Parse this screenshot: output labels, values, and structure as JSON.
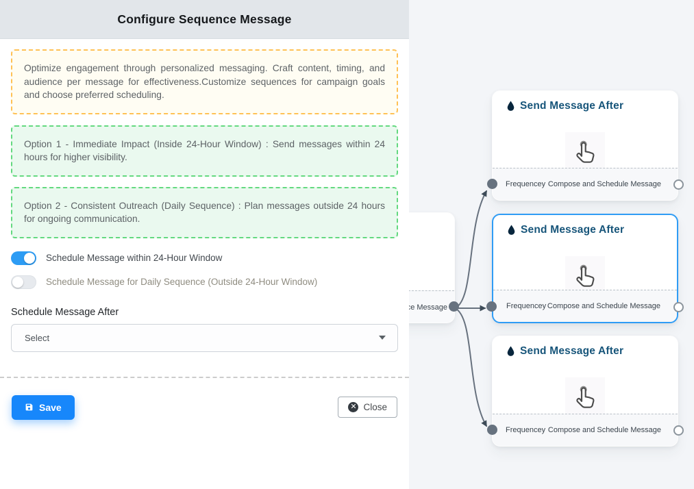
{
  "panel": {
    "title": "Configure Sequence Message",
    "intro": "Optimize engagement through personalized messaging. Craft content, timing, and audience per message for effectiveness.Customize sequences for campaign goals and choose preferred scheduling.",
    "option1": "Option 1 - Immediate Impact (Inside 24-Hour Window) : Send messages within 24 hours for higher visibility.",
    "option2": "Option 2 - Consistent Outreach (Daily Sequence) : Plan messages outside 24 hours for ongoing communication.",
    "toggles": [
      {
        "label": "Schedule Message within 24-Hour Window",
        "state": "on"
      },
      {
        "label": "Schedule Message for Daily Sequence (Outside 24-Hour Window)",
        "state": "off"
      }
    ],
    "schedule_after": {
      "label": "Schedule Message After",
      "value": "Select"
    },
    "buttons": {
      "save": "Save",
      "close": "Close"
    }
  },
  "flow": {
    "partial_node": {
      "footer_text": "ce Message"
    },
    "nodes": [
      {
        "title": "Send Message After",
        "footer_left": "Frequencey",
        "footer_right": "Compose and Schedule Message",
        "selected": false
      },
      {
        "title": "Send Message After",
        "footer_left": "Frequencey",
        "footer_right": "Compose and Schedule Message",
        "selected": true
      },
      {
        "title": "Send Message After",
        "footer_left": "Frequencey",
        "footer_right": "Compose and Schedule Message",
        "selected": false
      }
    ]
  },
  "colors": {
    "accent_blue": "#2d9cf4",
    "save_blue": "#1787fb",
    "selected_node_border": "#2f9cf5",
    "amber_border": "#ffc155",
    "green_border": "#63d97f",
    "node_title": "#17557a",
    "edge_gray": "#67717e",
    "canvas_bg": "#f3f5f8",
    "header_bg": "#e2e6ea"
  }
}
